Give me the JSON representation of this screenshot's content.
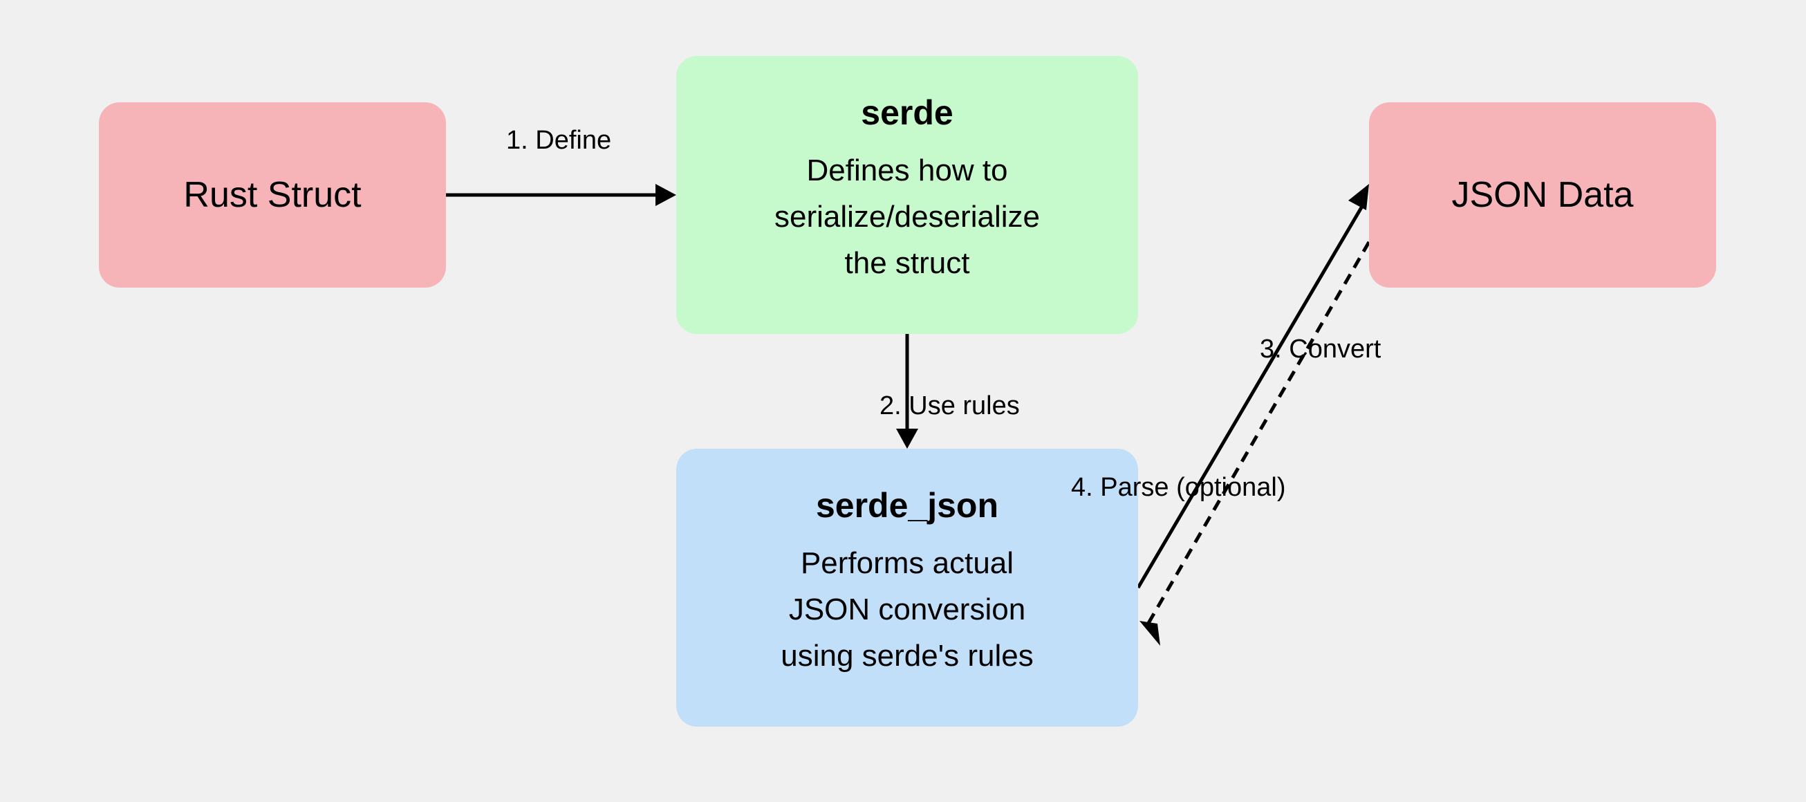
{
  "nodes": {
    "rust_struct": {
      "title": "Rust Struct",
      "color": "#f6b4b9"
    },
    "serde": {
      "title": "serde",
      "desc": [
        "Defines how to",
        "serialize/deserialize",
        "the struct"
      ],
      "color": "#c6f9cb"
    },
    "serde_json": {
      "title": "serde_json",
      "desc": [
        "Performs actual",
        "JSON conversion",
        "using serde's rules"
      ],
      "color": "#c2dffa"
    },
    "json_data": {
      "title": "JSON Data",
      "color": "#f6b4b9"
    }
  },
  "edges": {
    "define": {
      "label": "1. Define",
      "style": "solid"
    },
    "use_rules": {
      "label": "2. Use rules",
      "style": "solid"
    },
    "convert": {
      "label": "3. Convert",
      "style": "solid"
    },
    "parse": {
      "label": "4. Parse (optional)",
      "style": "dashed"
    }
  },
  "colors": {
    "background": "#f0f0f0",
    "edge": "#000000"
  }
}
